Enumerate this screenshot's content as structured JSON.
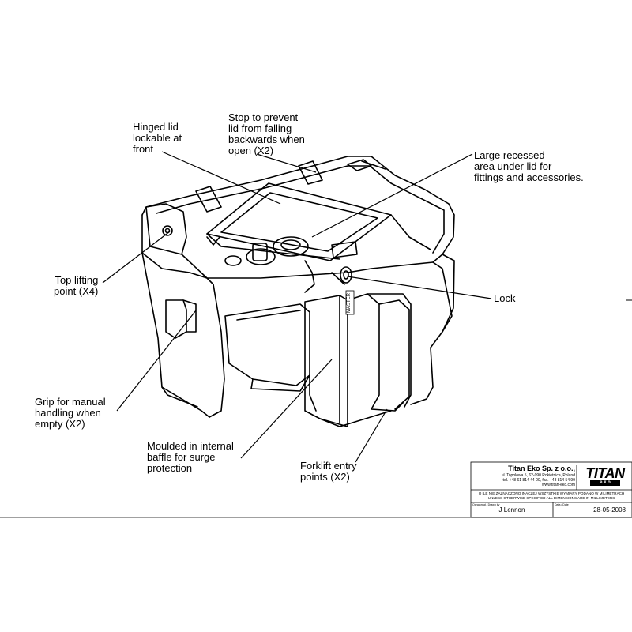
{
  "callouts": {
    "hinged_lid": "Hinged lid\nlockable at\nfront",
    "stop": "Stop to prevent\nlid from falling\nbackwards when\nopen (X2)",
    "recessed": "Large recessed\narea under lid for\nfittings and accessories.",
    "top_lifting": "Top lifting\npoint (X4)",
    "lock": "Lock",
    "grip": "Grip for manual\nhandling when\nempty (X2)",
    "baffle": "Moulded in internal\nbaffle for surge\nprotection",
    "forklift": "Forklift entry\npoints (X2)"
  },
  "title_block": {
    "company": "Titan Eko Sp. z o.o.,",
    "address": "ul. Topolowa 5, 62-090 Rokietnica, Poland",
    "phone": "tel. +48 61 814 44 00, fax. +48 814 54 99",
    "website": "www.titan-eko.com",
    "logo_text": "TITAN",
    "logo_sub": "e k o",
    "note_pl": "O ILE NIE ZAZNACZONO INACZEJ WSZYSTKIE WYMIARY PODANO W MILIMETRACH",
    "note_en": "UNLESS OTHERWISE SPECIFIED ALL DIMENSIONS ARE IN MILLIMETERS",
    "drawn_by_label": "Opracował / Drawn by",
    "drawn_by": "J Lennon",
    "date_label": "Data / Date",
    "date": "28-05-2008"
  },
  "product_marking": "MASTER"
}
